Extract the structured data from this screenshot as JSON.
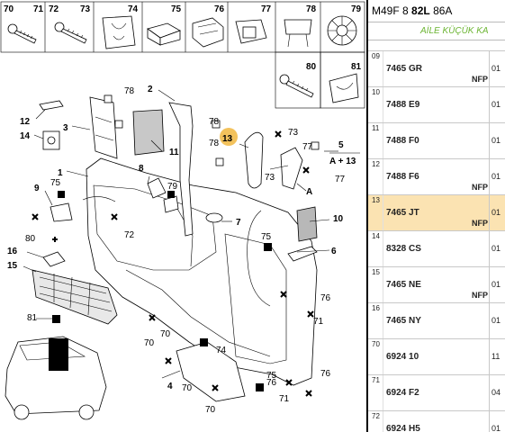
{
  "header": {
    "code_prefix": "M49F 8",
    "code_bold": "82L",
    "code_suffix": "86A",
    "family": "AİLE KÜÇÜK KA"
  },
  "legend_cells": [
    {
      "num": "70"
    },
    {
      "num": "71"
    },
    {
      "num": "72"
    },
    {
      "num": "73"
    },
    {
      "num": "74"
    },
    {
      "num": "75"
    },
    {
      "num": "76"
    },
    {
      "num": "77"
    },
    {
      "num": "78"
    },
    {
      "num": "79"
    },
    {
      "num": "80"
    },
    {
      "num": "81"
    }
  ],
  "callouts": {
    "c1": "1",
    "c2": "2",
    "c3": "3",
    "c4": "4",
    "c5": "5",
    "c6": "6",
    "c7": "7",
    "c8": "8",
    "c9": "9",
    "c10": "10",
    "c11": "11",
    "c12": "12",
    "c13": "13",
    "c14": "14",
    "c15": "15",
    "c16": "16",
    "a_label": "A",
    "a13": "A + 13",
    "n70": "70",
    "n71": "71",
    "n72": "72",
    "n73": "73",
    "n74": "74",
    "n75": "75",
    "n76": "76",
    "n77": "77",
    "n78": "78",
    "n79": "79",
    "n80": "80",
    "n81": "81"
  },
  "parts": [
    {
      "idx": "09",
      "ref": "7465 GR",
      "nfp": "NFP",
      "qty": "01",
      "selected": false
    },
    {
      "idx": "10",
      "ref": "7488 E9",
      "nfp": "",
      "qty": "01",
      "selected": false
    },
    {
      "idx": "11",
      "ref": "7488 F0",
      "nfp": "",
      "qty": "01",
      "selected": false
    },
    {
      "idx": "12",
      "ref": "7488 F6",
      "nfp": "NFP",
      "qty": "01",
      "selected": false
    },
    {
      "idx": "13",
      "ref": "7465 JT",
      "nfp": "NFP",
      "qty": "01",
      "selected": true
    },
    {
      "idx": "14",
      "ref": "8328 CS",
      "nfp": "",
      "qty": "01",
      "selected": false
    },
    {
      "idx": "15",
      "ref": "7465 NE",
      "nfp": "NFP",
      "qty": "01",
      "selected": false
    },
    {
      "idx": "16",
      "ref": "7465 NY",
      "nfp": "",
      "qty": "01",
      "selected": false
    },
    {
      "idx": "70",
      "ref": "6924 10",
      "nfp": "",
      "qty": "11",
      "selected": false
    },
    {
      "idx": "71",
      "ref": "6924 F2",
      "nfp": "",
      "qty": "04",
      "selected": false
    },
    {
      "idx": "72",
      "ref": "6924 H5",
      "nfp": "",
      "qty": "01",
      "selected": false
    }
  ],
  "colors": {
    "highlight": "#fbe3b2",
    "marker": "#f3c25c",
    "family_text": "#6cb533"
  }
}
